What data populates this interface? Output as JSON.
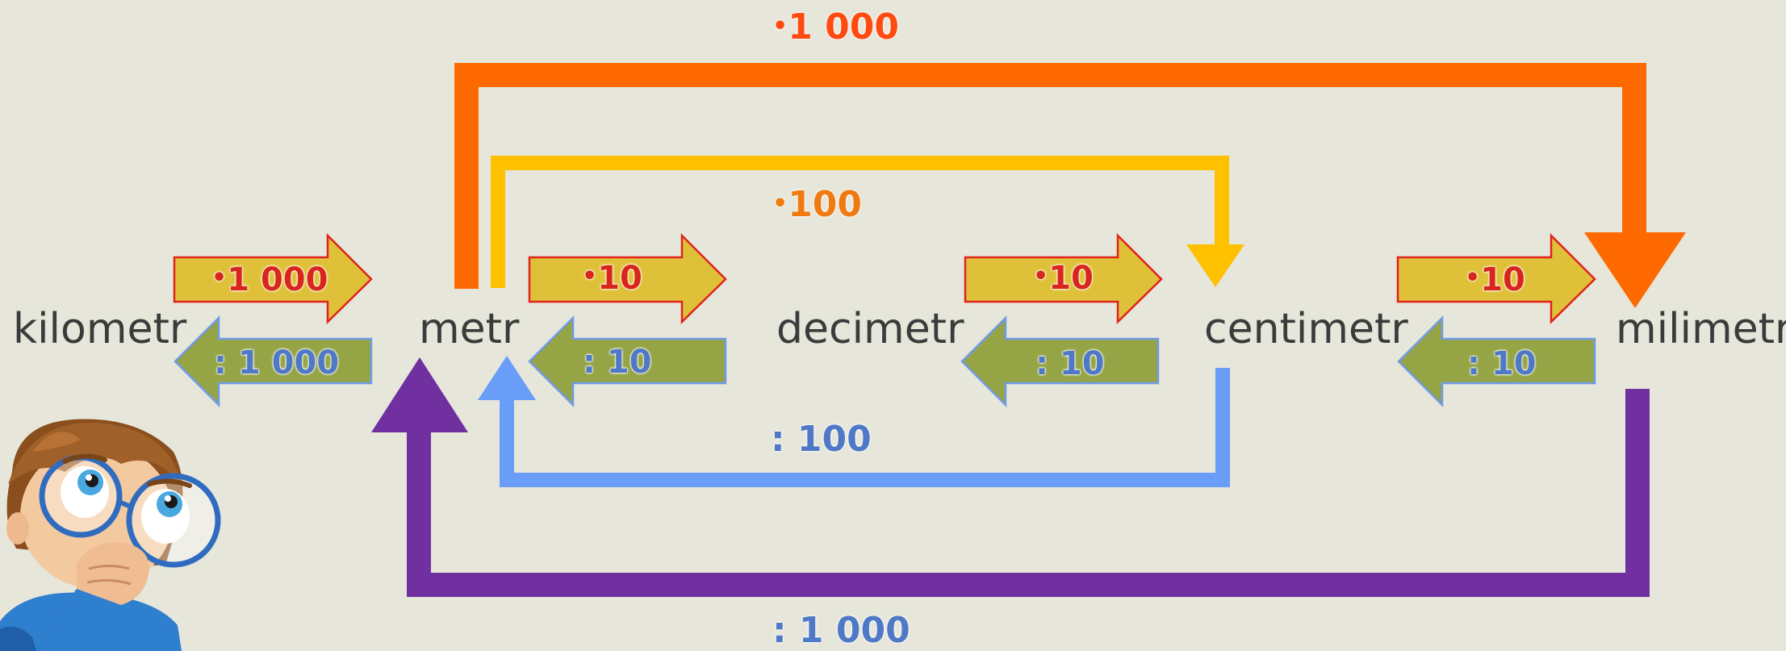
{
  "units": {
    "kilometr": "kilometr",
    "metr": "metr",
    "decimetr": "decimetr",
    "centimetr": "centimetr",
    "milimetr": "milimetr"
  },
  "small_arrows": {
    "km_to_m": "1 000",
    "m_to_km": ": 1 000",
    "m_to_dm": "10",
    "dm_to_m": ": 10",
    "dm_to_cm": "10",
    "cm_to_dm": ": 10",
    "cm_to_mm": "10",
    "mm_to_cm": ": 10"
  },
  "big_arrows": {
    "m_to_mm": "1 000",
    "m_to_cm": "100",
    "cm_to_m": ": 100",
    "mm_to_m": ": 1 000"
  },
  "dot_glyph": "•",
  "colors": {
    "background": "#e6e6da",
    "mul_arrow_fill": "#dfc139",
    "mul_arrow_stroke": "#e0231b",
    "div_arrow_fill": "#95a444",
    "div_arrow_stroke": "#6f9be8",
    "orange": "#ff6a00",
    "yellow": "#ffc000",
    "blue": "#6a9df7",
    "purple": "#7030a0",
    "mul_text": "#d9261c",
    "div_text": "#4f79c6"
  },
  "icons": {
    "character": "thinking-boy-with-glasses-icon"
  }
}
